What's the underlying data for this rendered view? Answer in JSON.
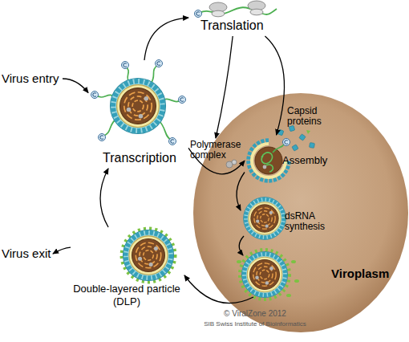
{
  "diagram": {
    "nodes": [
      {
        "text": [
          "Translation"
        ]
      },
      {
        "text": [
          "Virus entry"
        ]
      },
      {
        "text": [
          "Transcription"
        ]
      },
      {
        "text": [
          "Polymerase complex"
        ]
      },
      {
        "text": [
          "Viroplasm"
        ]
      },
      {
        "text": [
          "Assembly"
        ],
        "in": 4
      },
      {
        "text": [
          "dsRNA synthesis"
        ],
        "in": 4
      },
      {
        "text": [
          "Virus exit"
        ]
      },
      {
        "text": [
          "Double-layered particle (DLP)"
        ]
      }
    ],
    "edges": [
      {
        "from": 1,
        "to": 2,
        "arrow": "to"
      },
      {
        "from": 2,
        "to": 0,
        "arrow": "to"
      },
      {
        "from": 0,
        "to": 3,
        "arrow": "to"
      },
      {
        "from": 0,
        "to": 5,
        "label": "Capsid proteins",
        "arrow": "to"
      },
      {
        "from": 2,
        "to": 5,
        "arrow": "to"
      },
      {
        "from": 5,
        "to": 6,
        "arrow": "to"
      },
      {
        "from": 8,
        "to": 7,
        "arrow": "to"
      },
      {
        "from": 8,
        "to": 2,
        "arrow": "to"
      }
    ],
    "labels": [
      "© ViralZone 2012",
      "SIB Swiss Institute of Bioinformatics"
    ]
  }
}
